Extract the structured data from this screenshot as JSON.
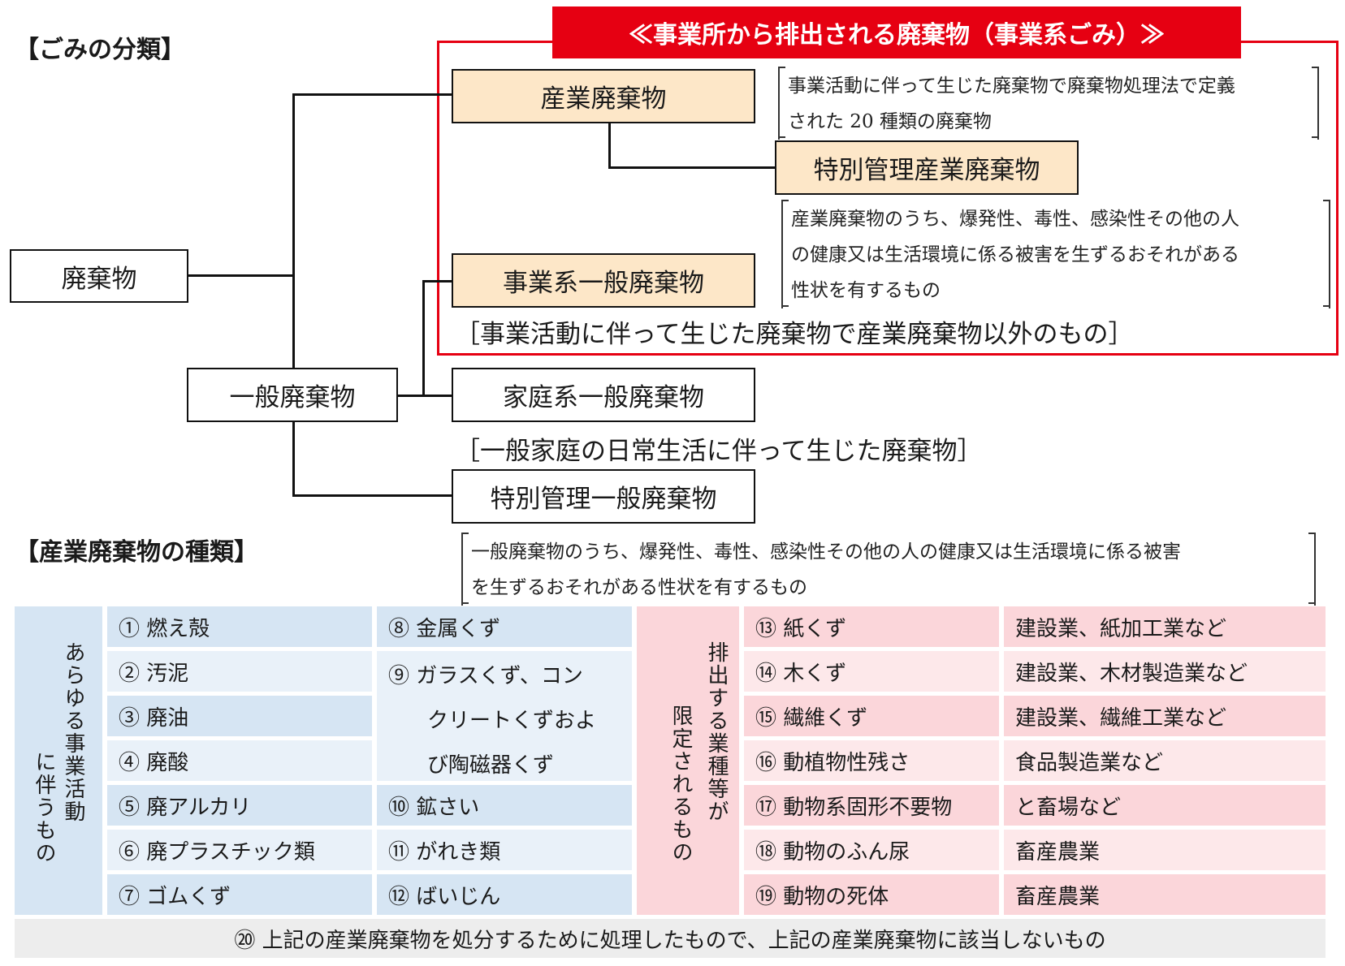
{
  "headings": {
    "classification": "【ごみの分類】",
    "industrial_types": "【産業廃棄物の種類】"
  },
  "banner": "≪事業所から排出される廃棄物（事業系ごみ）≫",
  "nodes": {
    "waste": "廃棄物",
    "general_waste": "一般廃棄物",
    "industrial_waste": "産業廃棄物",
    "special_industrial_waste": "特別管理産業廃棄物",
    "business_general_waste": "事業系一般廃棄物",
    "household_general_waste": "家庭系一般廃棄物",
    "special_general_waste": "特別管理一般廃棄物"
  },
  "notes": {
    "industrial_waste": [
      "事業活動に伴って生じた廃棄物で廃棄物処理法で定義",
      "された 20 種類の廃棄物"
    ],
    "special_industrial_waste": [
      "産業廃棄物のうち、爆発性、毒性、感染性その他の人",
      "の健康又は生活環境に係る被害を生ずるおそれがある",
      "性状を有するもの"
    ],
    "business_general_waste": "［事業活動に伴って生じた廃棄物で産業廃棄物以外のもの］",
    "household_general_waste": "［一般家庭の日常生活に伴って生じた廃棄物］",
    "special_general_waste": [
      "一般廃棄物のうち、爆発性、毒性、感染性その他の人の健康又は生活環境に係る被害",
      "を生ずるおそれがある性状を有するもの"
    ]
  },
  "table": {
    "left_group_label": [
      "あらゆる事業活動",
      "に伴うもの"
    ],
    "right_group_label": [
      "排出する業種等が",
      "限定されるもの"
    ],
    "col1": [
      "① 燃え殻",
      "② 汚泥",
      "③ 廃油",
      "④ 廃酸",
      "⑤ 廃アルカリ",
      "⑥ 廃プラスチック類",
      "⑦ ゴムくず"
    ],
    "col2": {
      "r1": "⑧ 金属くず",
      "r2": [
        "⑨ ガラスくず、コン",
        "クリートくずおよ",
        "び陶磁器くず"
      ],
      "r5": "⑩ 鉱さい",
      "r6": "⑪ がれき類",
      "r7": "⑫ ばいじん"
    },
    "col3": [
      "⑬ 紙くず",
      "⑭ 木くず",
      "⑮ 繊維くず",
      "⑯ 動植物性残さ",
      "⑰ 動物系固形不要物",
      "⑱ 動物のふん尿",
      "⑲ 動物の死体"
    ],
    "col4": [
      "建設業、紙加工業など",
      "建設業、木材製造業など",
      "建設業、繊維工業など",
      "食品製造業など",
      "と畜場など",
      "畜産農業",
      "畜産農業"
    ],
    "footer": "⑳ 上記の産業廃棄物を処分するために処理したもので、上記の産業廃棄物に該当しないもの"
  },
  "colors": {
    "red": "#e60012",
    "peach": "#fde7c8",
    "blue_dark": "#d6e5f3",
    "blue_light": "#e9f1f9",
    "pink_dark": "#fbd6da",
    "pink_light": "#fde8ea"
  }
}
